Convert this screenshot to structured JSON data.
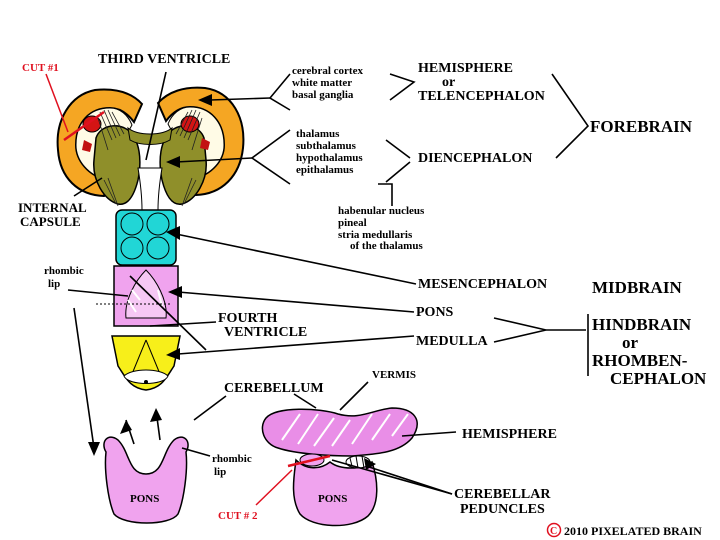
{
  "labels": {
    "cut1": "CUT #1",
    "third_ventricle": "THIRD VENTRICLE",
    "telencephalon_parts": [
      "cerebral cortex",
      "white matter",
      "basal ganglia"
    ],
    "hemisphere_top": "HEMISPHERE",
    "or_top": "or",
    "telencephalon": "TELENCEPHALON",
    "forebrain": "FOREBRAIN",
    "diencephalon_parts": [
      "thalamus",
      "subthalamus",
      "hypothalamus",
      "epithalamus"
    ],
    "diencephalon": "DIENCEPHALON",
    "epithalamus_parts": [
      "habenular nucleus",
      "pineal",
      "stria medullaris",
      "of the thalamus"
    ],
    "internal_capsule": [
      "INTERNAL",
      "CAPSULE"
    ],
    "rhombic_lip_top": [
      "rhombic",
      "lip"
    ],
    "mesencephalon": "MESENCEPHALON",
    "midbrain": "MIDBRAIN",
    "pons_label": "PONS",
    "fourth_ventricle": [
      "FOURTH",
      "VENTRICLE"
    ],
    "medulla": "MEDULLA",
    "hindbrain": "HINDBRAIN",
    "or_mid": "or",
    "rhombencephalon": [
      "RHOMBEN-",
      "CEPHALON"
    ],
    "cerebellum": "CEREBELLUM",
    "vermis": "VERMIS",
    "hemisphere_bottom": "HEMISPHERE",
    "rhombic_lip_bottom": [
      "rhombic",
      "lip"
    ],
    "pons_left": "PONS",
    "pons_right": "PONS",
    "cut2": "CUT # 2",
    "cerebellar_peduncles": [
      "CEREBELLAR",
      "PEDUNCLES"
    ],
    "copyright_symbol": "C",
    "copyright": "2010  PIXELATED BRAIN"
  }
}
